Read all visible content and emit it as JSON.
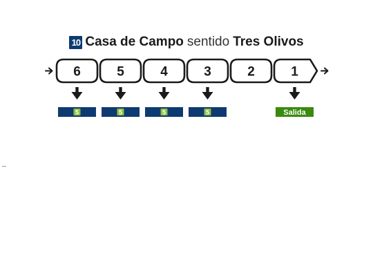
{
  "title": {
    "line_number": "10",
    "origin": "Casa de Campo",
    "direction_word": "sentido",
    "destination": "Tres Olivos",
    "line_color": "#0d3b71"
  },
  "train": {
    "cars": [
      {
        "number": "6",
        "connection": {
          "type": "line",
          "label": "5",
          "bar_color": "#0d3b71",
          "badge_color": "#8fbe3e"
        }
      },
      {
        "number": "5",
        "connection": {
          "type": "line",
          "label": "5",
          "bar_color": "#0d3b71",
          "badge_color": "#8fbe3e"
        }
      },
      {
        "number": "4",
        "connection": {
          "type": "line",
          "label": "5",
          "bar_color": "#0d3b71",
          "badge_color": "#8fbe3e"
        }
      },
      {
        "number": "3",
        "connection": {
          "type": "line",
          "label": "5",
          "bar_color": "#0d3b71",
          "badge_color": "#8fbe3e"
        }
      },
      {
        "number": "2",
        "connection": null
      },
      {
        "number": "1",
        "connection": {
          "type": "exit",
          "label": "Salida",
          "bar_color": "#3a8a0f"
        }
      }
    ],
    "travel_direction": "right",
    "outline_color": "#1a1a1a"
  }
}
